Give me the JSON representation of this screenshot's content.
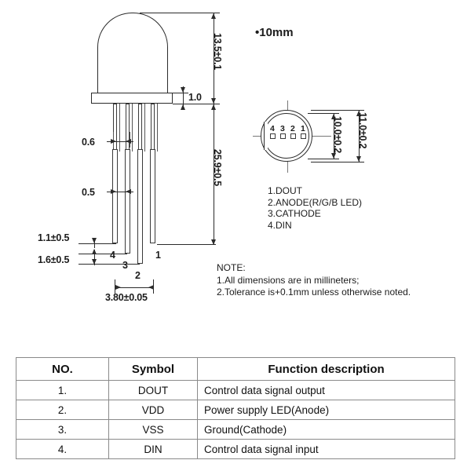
{
  "drawing": {
    "side_view": {
      "dim_dome_height": "13.5±0.1",
      "dim_flange_thickness": "1.0",
      "dim_lead_total_length": "25.9±0.5",
      "dim_lead_width_upper": "0.6",
      "dim_lead_width_lower": "0.5",
      "dim_lead_step_small": "1.1±0.5",
      "dim_lead_step_large": "1.6±0.5",
      "dim_lead_span": "3.80±0.05",
      "pin_numbers": [
        "4",
        "3",
        "2",
        "1"
      ]
    },
    "bottom_view": {
      "diameter_label": "•10mm",
      "dim_inner_diameter": "10.0±0.2",
      "dim_outer_diameter": "11.0±0.2",
      "pad_numbers": [
        "4",
        "3",
        "2",
        "1"
      ]
    },
    "pin_legend": "1.DOUT\n2.ANODE(R/G/B LED)\n3.CATHODE\n4.DIN",
    "note_block": "NOTE:\n1.All dimensions are in millineters;\n2.Tolerance is+0.1mm unless otherwise noted."
  },
  "table": {
    "headers": [
      "NO.",
      "Symbol",
      "Function description"
    ],
    "rows": [
      {
        "no": "1.",
        "symbol": "DOUT",
        "description": "Control data signal output"
      },
      {
        "no": "2.",
        "symbol": "VDD",
        "description": "Power supply LED(Anode)"
      },
      {
        "no": "3.",
        "symbol": "VSS",
        "description": "Ground(Cathode)"
      },
      {
        "no": "4.",
        "symbol": "DIN",
        "description": "Control data signal input"
      }
    ]
  },
  "colors": {
    "ink": "#1c1c1c",
    "line": "#2b2b2b",
    "table_border": "#8a8a8a",
    "background": "#ffffff"
  }
}
